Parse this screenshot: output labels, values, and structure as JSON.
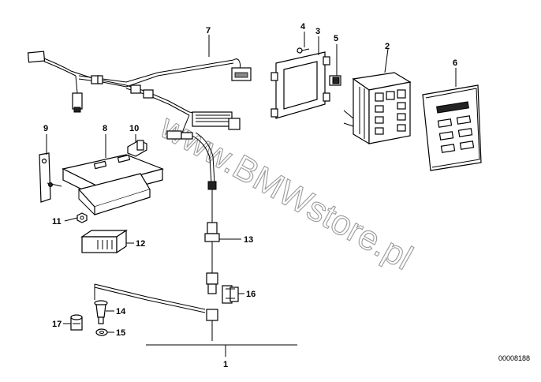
{
  "watermark": "www.BMWstore.pl",
  "diagram_code": "00008188",
  "callouts": [
    {
      "id": "c1",
      "label": "1"
    },
    {
      "id": "c2",
      "label": "2"
    },
    {
      "id": "c3",
      "label": "3"
    },
    {
      "id": "c4",
      "label": "4"
    },
    {
      "id": "c5",
      "label": "5"
    },
    {
      "id": "c6",
      "label": "6"
    },
    {
      "id": "c7",
      "label": "7"
    },
    {
      "id": "c8",
      "label": "8"
    },
    {
      "id": "c9",
      "label": "9"
    },
    {
      "id": "c10",
      "label": "10"
    },
    {
      "id": "c11",
      "label": "11"
    },
    {
      "id": "c12",
      "label": "12"
    },
    {
      "id": "c13",
      "label": "13"
    },
    {
      "id": "c14",
      "label": "14"
    },
    {
      "id": "c15",
      "label": "15"
    },
    {
      "id": "c16",
      "label": "16"
    },
    {
      "id": "c17",
      "label": "17"
    }
  ]
}
